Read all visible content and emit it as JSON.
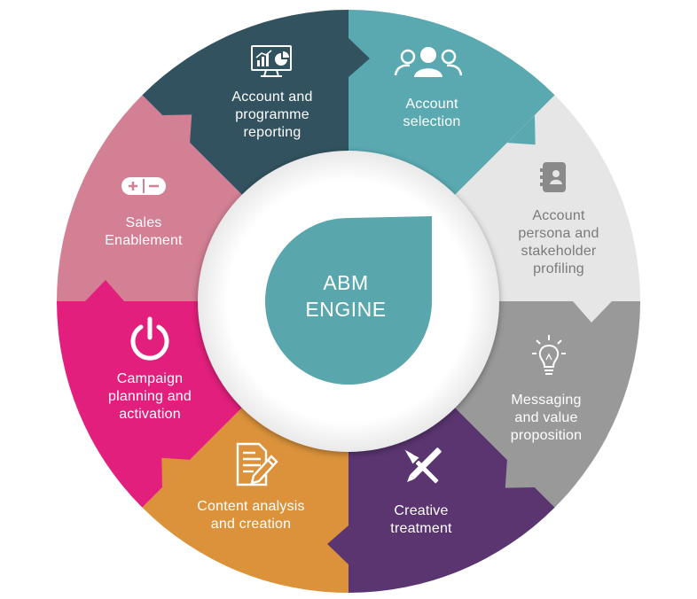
{
  "diagram": {
    "center": {
      "lines": [
        "ABM",
        "ENGINE"
      ],
      "color": "#5aa6ad"
    },
    "segments": [
      {
        "id": "account-programme-reporting",
        "icon": "dashboard-monitor-icon",
        "color": "#31525e",
        "text_color": "#ffffff",
        "lines": [
          "Account and",
          "programme",
          "reporting"
        ]
      },
      {
        "id": "account-selection",
        "icon": "people-group-icon",
        "color": "#5aa9b0",
        "text_color": "#ffffff",
        "lines": [
          "Account",
          "selection"
        ]
      },
      {
        "id": "account-persona-profiling",
        "icon": "address-book-icon",
        "color": "#e6e6e6",
        "text_color": "#7a7a7a",
        "lines": [
          "Account",
          "persona and",
          "stakeholder",
          "profiling"
        ]
      },
      {
        "id": "messaging-value-proposition",
        "icon": "lightbulb-icon",
        "color": "#999999",
        "text_color": "#ffffff",
        "lines": [
          "Messaging",
          "and value",
          "proposition"
        ]
      },
      {
        "id": "creative-treatment",
        "icon": "pencil-brush-icon",
        "color": "#5a3570",
        "text_color": "#ffffff",
        "lines": [
          "Creative",
          "treatment"
        ]
      },
      {
        "id": "content-analysis-creation",
        "icon": "document-edit-icon",
        "color": "#db923a",
        "text_color": "#ffffff",
        "lines": [
          "Content analysis",
          "and creation"
        ]
      },
      {
        "id": "campaign-planning-activation",
        "icon": "power-icon",
        "color": "#e21f7c",
        "text_color": "#ffffff",
        "lines": [
          "Campaign",
          "planning and",
          "activation"
        ]
      },
      {
        "id": "sales-enablement",
        "icon": "plus-minus-pill-icon",
        "color": "#d37f94",
        "text_color": "#ffffff",
        "lines": [
          "Sales",
          "Enablement"
        ]
      }
    ]
  }
}
